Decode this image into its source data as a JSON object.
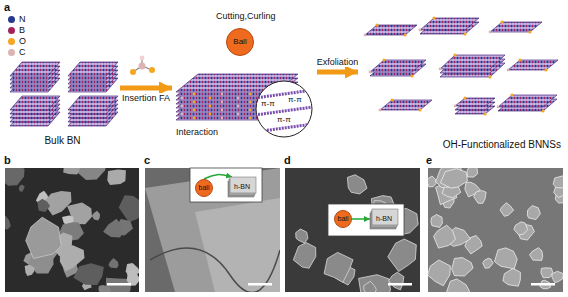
{
  "diagram": {
    "nodes": [
      {
        "text": [
          "Bulk BN"
        ]
      },
      {
        "text": [
          "Interaction"
        ]
      },
      {
        "text": [
          "Cutting,Curling",
          "Ball"
        ]
      },
      {
        "text": [
          "π-π",
          "π-π",
          "π-π"
        ],
        "in": 1
      },
      {
        "text": [
          "OH-Functionalized BNNSs"
        ]
      },
      {
        "text": [
          "ball"
        ]
      },
      {
        "text": [
          "h-BN"
        ]
      },
      {
        "text": [
          "ball"
        ]
      },
      {
        "text": [
          "h-BN"
        ]
      }
    ],
    "edges": [
      {
        "from": 0,
        "to": 1,
        "arrow": "to",
        "label": "Insertion FA"
      },
      {
        "from": 1,
        "to": 4,
        "arrow": "to",
        "label": "Exfoliation"
      },
      {
        "from": 5,
        "to": 6,
        "arrow": "to"
      },
      {
        "from": 7,
        "to": 8,
        "arrow": "to"
      }
    ],
    "labels": [
      "a",
      "b",
      "c",
      "d",
      "e"
    ],
    "legend": [
      {
        "text": "N",
        "color": "#24398f"
      },
      {
        "text": "B",
        "color": "#a2225c"
      },
      {
        "text": "O",
        "color": "#f5a623"
      },
      {
        "text": "C",
        "color": "#dcb4b4"
      }
    ]
  }
}
